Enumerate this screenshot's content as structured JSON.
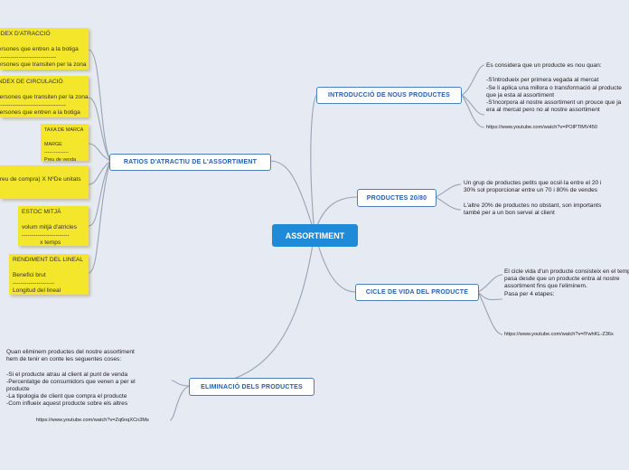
{
  "central": "ASSORTIMENT",
  "branches": {
    "novetats": "INTRODUCCIÓ DE NOUS PRODUCTES",
    "pareto": "PRODUCTES 20/80",
    "cicle": "CICLE DE VIDA DEL PRODUCTE",
    "eliminacio": "ELIMINACIÓ DELS PRODUCTES",
    "ratios": "RATIOS D'ATRACTIU DE L'ASSORTIMENT"
  },
  "novetats_text": "Es considera que un producte es nou quan:\n\n-S'introdueix per primera vegada al mercat\n-Se li aplica una millora o transformació al producte\nque ja esta al assortiment\n-S'incorpora al nostre assortiment un prouce que ja\nera al mercat pero no al nostre assortiment",
  "novetats_url": "https://www.youtube.com/watch?v=POlPTlMV450",
  "pareto_text_1": "Un grup de productes petits que ocsil·la entre el 20 i\n30% sol proporcionar entre un 70 i 80% de vendes",
  "pareto_text_2": "L'altre 20% de productes no obstant, son importants\ntambé per a un bon servei al client",
  "cicle_text": "El cicle vida d'un producte consisteix en el temps que\npasa desde que un producte entra al nostre\nassortiment fins que l'eliminem.\nPasa per 4 etapes:",
  "cicle_url": "https://www.youtube.com/watch?v=lYwhKL-Z36s",
  "eliminacio_text": "Quan eliminem productes del nostre assortiment\nhem de tenir en conte les seguentes coses:\n\n-Si el producte atrau al client al punt de venda\n-Percentatge de consumidors que venen a per el\nproducte\n-La tipologia de client que compra el producte\n-Com influeix aquest producte sobre els altres",
  "eliminacio_url": "https://www.youtube.com/watch?v=Zq6nqXCn3Ms",
  "notes": {
    "atraccio": "ÍNDEX D'ATRACCIÓ\n\npersones que entren a la botiga\n-------------------------------\npersones que transiten per la zona",
    "circulacio": "ÍNDEX DE CIRCULACIÓ\n\npersones que transiten per la zona\n-----------------------------------\npersones que entren a la botiga",
    "marca": "TAXA DE MARCA\n\nMARGE\n---------------\nPreu de venda",
    "rotacio": "\n(preu de compra) X NºDe unitats",
    "estoc": "ESTOC MITJÀ\n\nvolum mitjà d'atricles\n------------------------\n           x temps",
    "lineal": "RENDIMENT DEL LINEAL\n\nBenefici brut\n---------------------\nLongitud del lineal"
  }
}
